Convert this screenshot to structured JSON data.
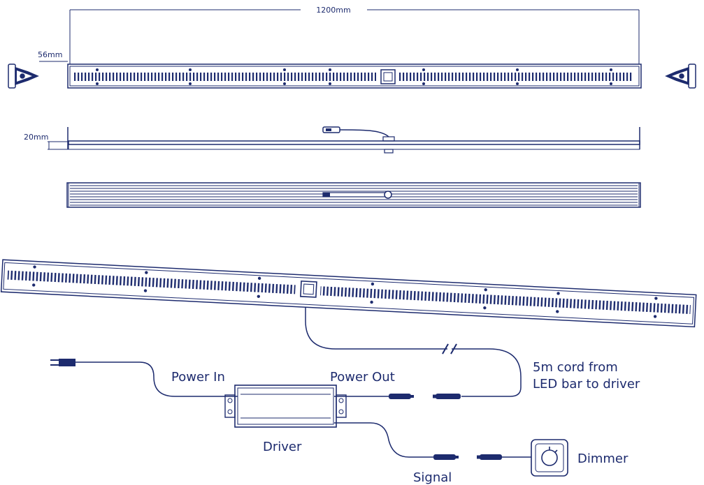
{
  "colors": {
    "ink": "#1d2b6e",
    "white": "#ffffff"
  },
  "dimensions": {
    "length": "1200mm",
    "width": "56mm",
    "height": "20mm"
  },
  "labels": {
    "power_in": "Power In",
    "power_out": "Power Out",
    "driver": "Driver",
    "signal": "Signal",
    "dimmer": "Dimmer",
    "cord_line1": "5m cord from",
    "cord_line2": "LED bar to driver"
  },
  "icons": [
    "end-cap-icon",
    "power-plug-icon",
    "dimmer-knob-icon",
    "connector-icon"
  ]
}
